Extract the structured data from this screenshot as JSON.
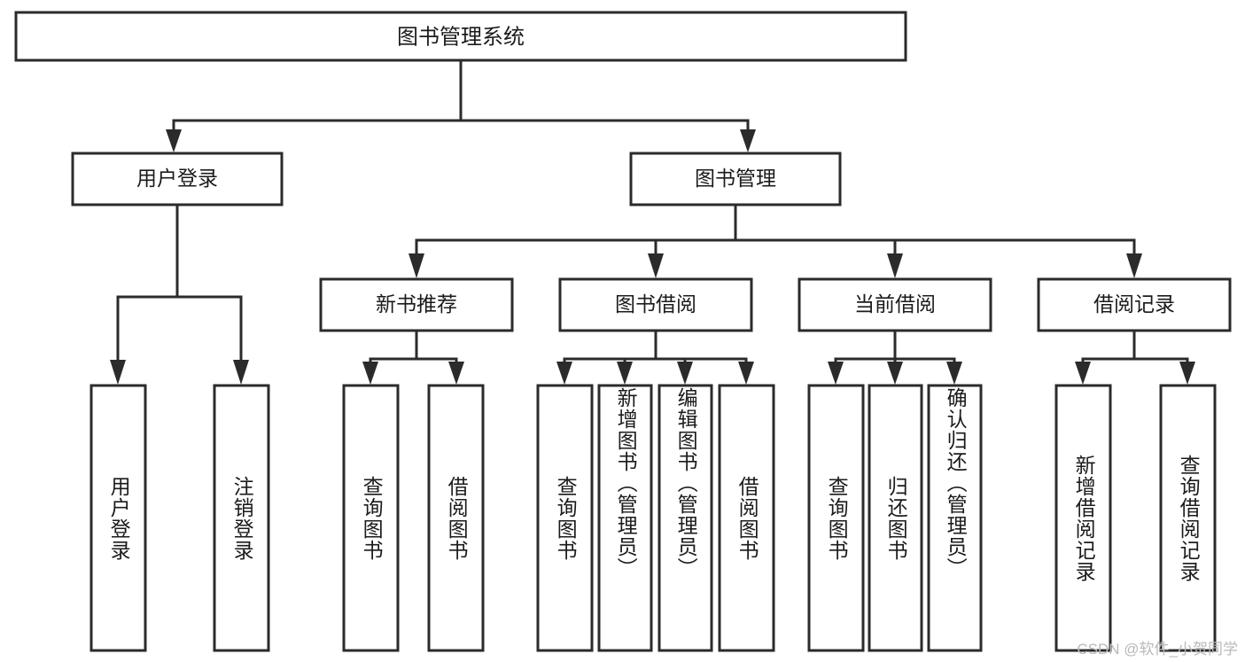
{
  "diagram": {
    "title": "图书管理系统",
    "watermark": "CSDN @软件_小贺同学",
    "colors": {
      "stroke": "#2b2b2b",
      "fill": "#ffffff",
      "text": "#1b1b1b",
      "watermark": "#b9b9b9"
    },
    "levels": {
      "root": {
        "label": "图书管理系统"
      },
      "level2": [
        {
          "label": "用户登录"
        },
        {
          "label": "图书管理"
        }
      ],
      "level3": [
        {
          "label": "新书推荐"
        },
        {
          "label": "图书借阅"
        },
        {
          "label": "当前借阅"
        },
        {
          "label": "借阅记录"
        }
      ],
      "leaves": [
        {
          "label": "用户登录",
          "parent": "用户登录"
        },
        {
          "label": "注销登录",
          "parent": "用户登录"
        },
        {
          "label": "查询图书",
          "parent": "新书推荐"
        },
        {
          "label": "借阅图书",
          "parent": "新书推荐"
        },
        {
          "label": "查询图书",
          "parent": "图书借阅"
        },
        {
          "label": "新增图书（管理员）",
          "parent": "图书借阅"
        },
        {
          "label": "编辑图书（管理员）",
          "parent": "图书借阅"
        },
        {
          "label": "借阅图书",
          "parent": "图书借阅"
        },
        {
          "label": "查询图书",
          "parent": "当前借阅"
        },
        {
          "label": "归还图书",
          "parent": "当前借阅"
        },
        {
          "label": "确认归还（管理员）",
          "parent": "当前借阅"
        },
        {
          "label": "新增借阅记录",
          "parent": "借阅记录"
        },
        {
          "label": "查询借阅记录",
          "parent": "借阅记录"
        }
      ]
    }
  }
}
